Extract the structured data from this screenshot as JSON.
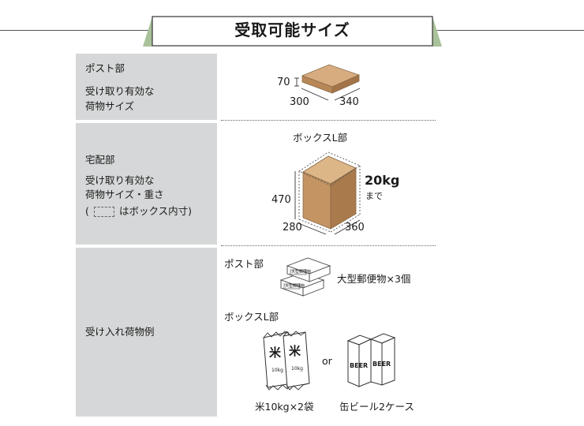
{
  "title": "受取可能サイズ",
  "rows": {
    "post": {
      "heading": "ポスト部",
      "desc_line1": "受け取り有効な",
      "desc_line2": "荷物サイズ",
      "dims": {
        "height": "70",
        "width": "300",
        "depth": "340"
      }
    },
    "delivery": {
      "heading": "宅配部",
      "desc_line1": "受け取り有効な",
      "desc_line2": "荷物サイズ・重さ",
      "note_open": "(",
      "note_text": "はボックス内寸)",
      "box_label": "ボックスL部",
      "dims": {
        "height": "470",
        "width": "280",
        "depth": "360"
      },
      "weight": "20kg",
      "weight_suffix": "まで"
    },
    "examples": {
      "heading": "受け入れ荷物例",
      "post_label": "ポスト部",
      "post_item": "大型郵便物×3個",
      "envelope_stamp": "大型郵便物",
      "box_label": "ボックスL部",
      "rice_mark": "米",
      "rice_weight": "10kg",
      "rice_caption": "米10kg×2袋",
      "or": "or",
      "beer_text": "BEER",
      "beer_caption": "缶ビール2ケース"
    }
  }
}
